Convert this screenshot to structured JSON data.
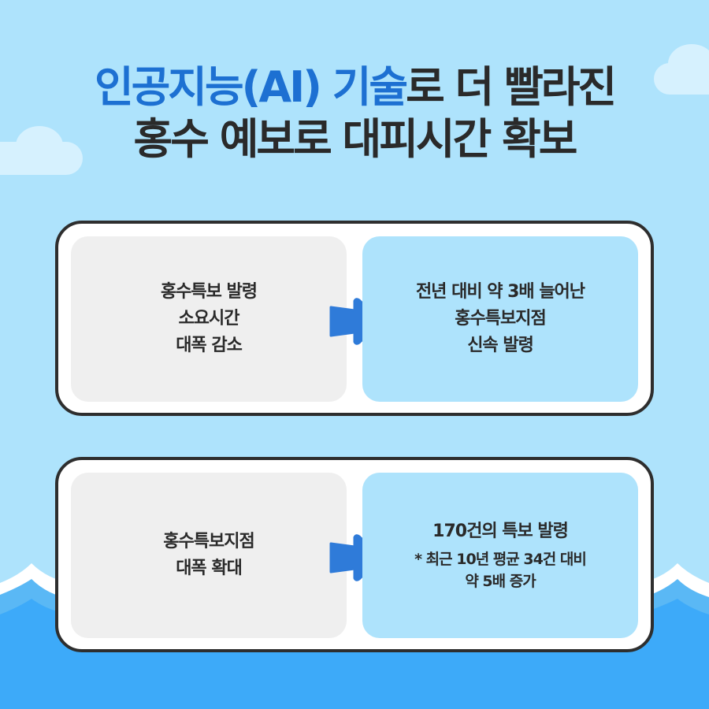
{
  "title": {
    "line1_blue": "인공지능(AI) 기술",
    "line1_rest": "로 더 빨라진",
    "line2": "홍수 예보로 대피시간 확보"
  },
  "cards": [
    {
      "left": [
        "홍수특보 발령",
        "소요시간",
        "대폭 감소"
      ],
      "right": [
        "전년 대비 약 3배 늘어난",
        "홍수특보지점",
        "신속 발령"
      ]
    },
    {
      "left": [
        "홍수특보지점",
        "대폭 확대"
      ],
      "right": [
        "170건의 특보 발령"
      ],
      "right_note": [
        "* 최근 10년 평균 34건 대비",
        "약 5배 증가"
      ]
    }
  ],
  "colors": {
    "sky": "#aee3fc",
    "ocean": "#3daaf9",
    "accent": "#1d70d2",
    "arrow": "#2f7bd9"
  }
}
